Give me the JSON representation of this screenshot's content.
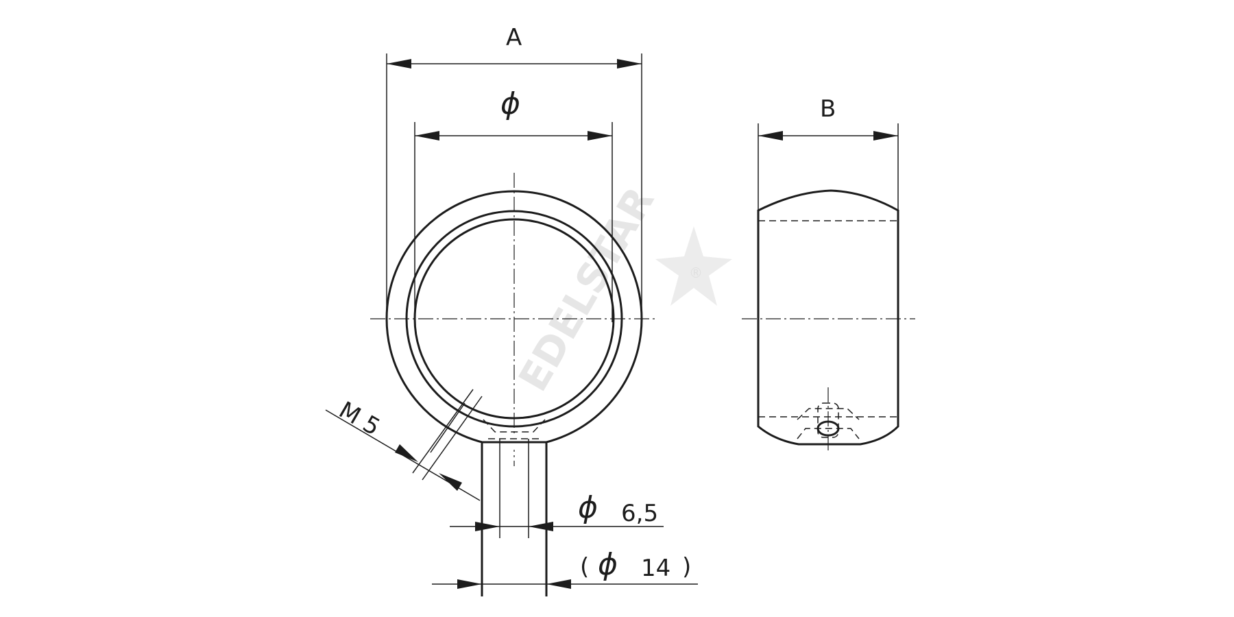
{
  "drawing": {
    "dimension_labels": {
      "outer_width": "A",
      "inner_diameter": "ϕ",
      "ring_width": "B",
      "thread": "M 5",
      "stem_diameter_symbol": "ϕ",
      "stem_diameter_value": "6,5",
      "stem_outer_open": "(",
      "stem_outer_symbol": "ϕ",
      "stem_outer_value": "14",
      "stem_outer_close": ")"
    },
    "watermark": {
      "text": "EDELSTAR",
      "registered": "®"
    }
  }
}
